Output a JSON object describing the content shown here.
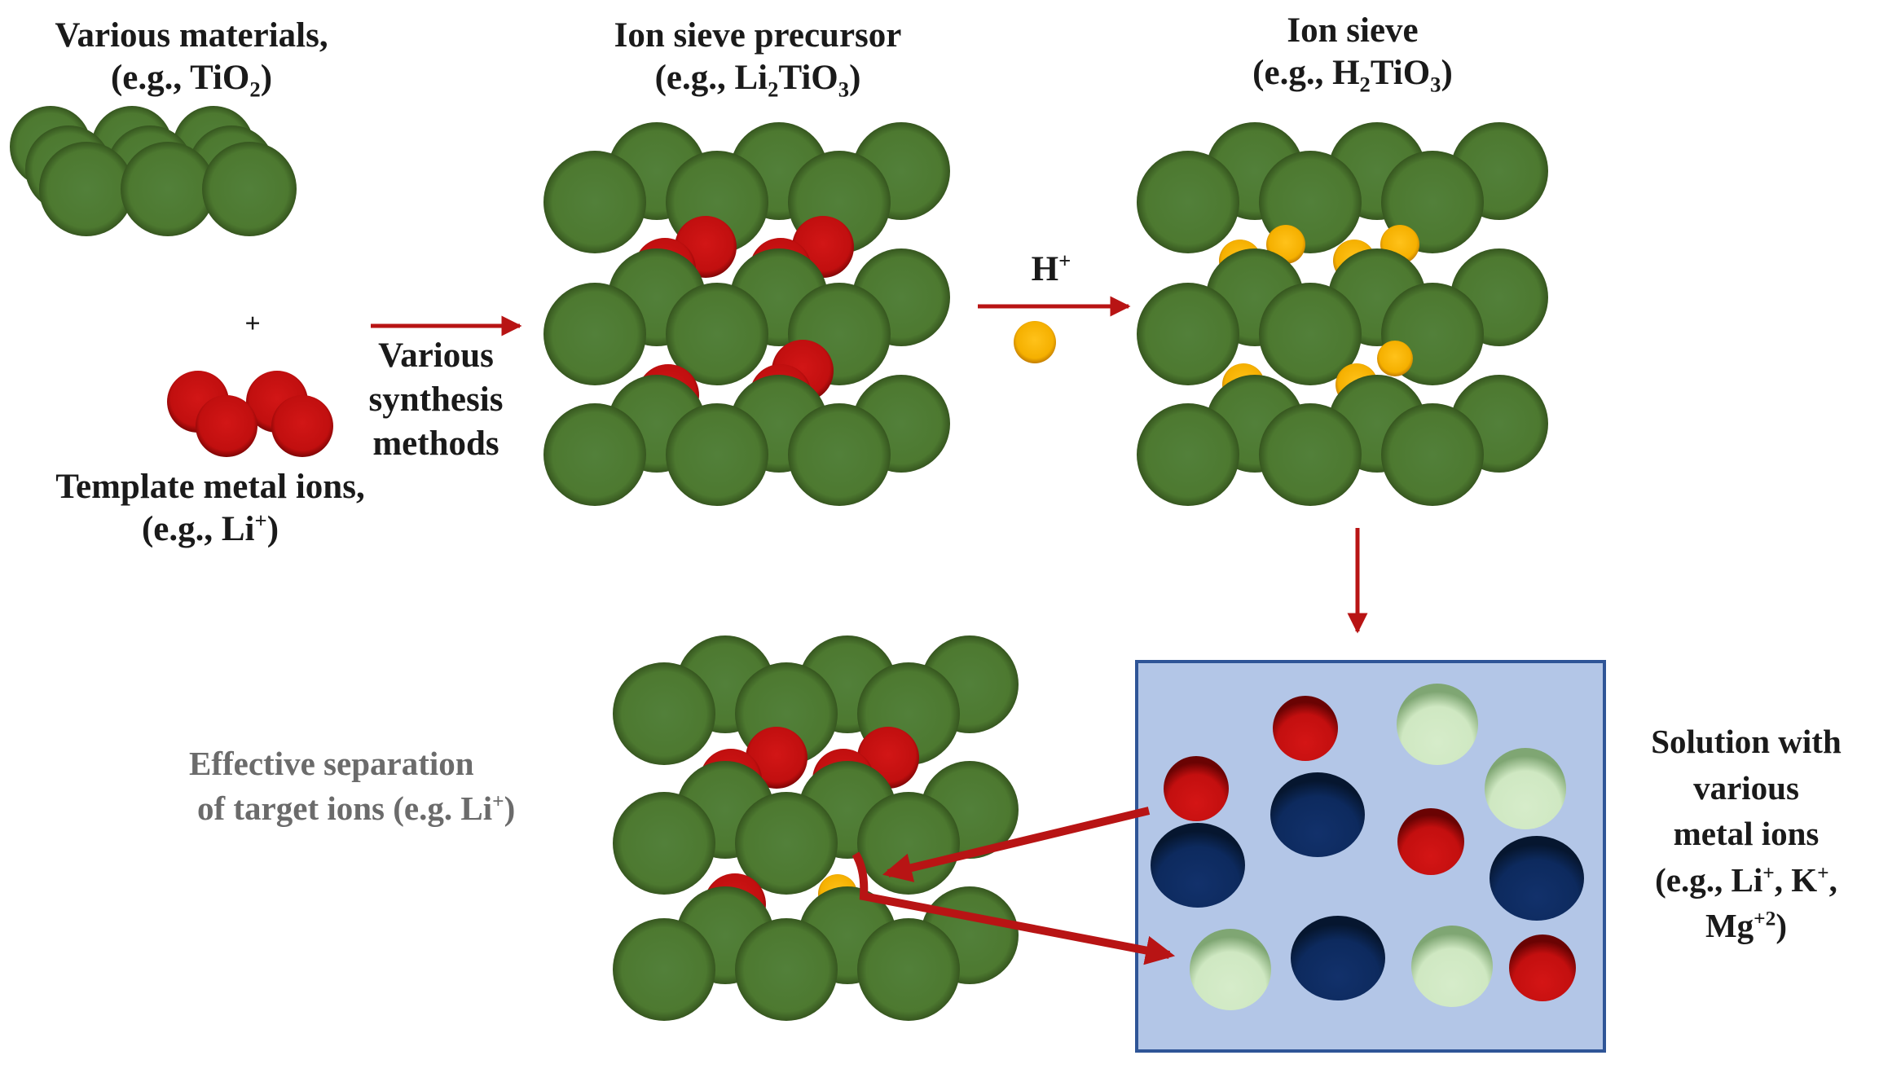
{
  "colors": {
    "framework_sphere": "#4f7a30",
    "template_ion": "#c41010",
    "proton": "#f5b400",
    "arrow": "#b81414",
    "solution_box_fill": "#b3c6e7",
    "solution_box_border": "#2f5597",
    "k_ion": "#0d2a5e",
    "mg_ion": "#cfe8c2",
    "gray_text": "#6b6b6b"
  },
  "labels": {
    "raw_materials": {
      "line1": "Various materials,",
      "line2_pre": "(e.g., TiO",
      "line2_sub": "2",
      "line2_post": ")"
    },
    "plus": "+",
    "template_ions": {
      "line1": "Template metal ions,",
      "line2_pre": "(e.g., Li",
      "line2_sup": "+",
      "line2_post": ")"
    },
    "synthesis": {
      "line1": "Various",
      "line2": "synthesis",
      "line3": "methods"
    },
    "precursor": {
      "line1": "Ion sieve precursor",
      "line2_a": "(e.g., Li",
      "line2_sub1": "2",
      "line2_b": "TiO",
      "line2_sub2": "3",
      "line2_c": ")"
    },
    "proton": {
      "text": "H",
      "sup": "+"
    },
    "ion_sieve": {
      "line1": "Ion sieve",
      "line2_a": "(e.g., H",
      "line2_sub1": "2",
      "line2_b": "TiO",
      "line2_sub2": "3",
      "line2_c": ")"
    },
    "separation": {
      "line1": "Effective separation",
      "line2_pre": "of target ions  (e.g. Li",
      "line2_sup": "+",
      "line2_post": ")"
    },
    "solution": {
      "line1": "Solution  with",
      "line2": "various",
      "line3": "metal ions",
      "line4_a": "(e.g., Li",
      "line4_sup1": "+",
      "line4_b": ", K",
      "line4_sup2": "+",
      "line4_c": ",",
      "line5_a": "Mg",
      "line5_sup": "+2",
      "line5_b": ")"
    }
  }
}
